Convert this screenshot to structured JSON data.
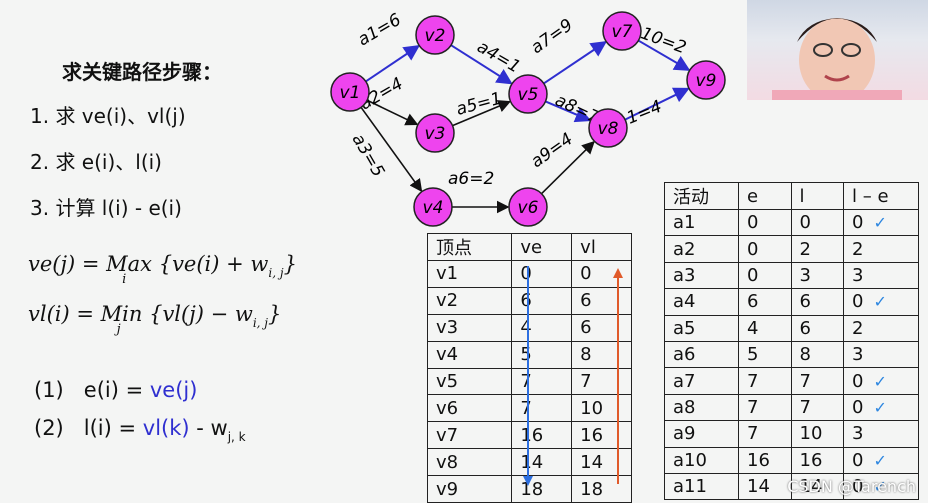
{
  "steps": {
    "title": "求关键路径步骤：",
    "items": [
      "1. 求 ve(i)、vl(j)",
      "2. 求 e(i)、l(i)",
      "3. 计算 l(i) - e(i)"
    ]
  },
  "formulas": {
    "ve_lhs": "ve(j) = ",
    "ve_op": "Max",
    "ve_idx": "i",
    "ve_rhs": "{ve(i) + w",
    "ve_sub": "i, j",
    "ve_end": "}",
    "vl_lhs": "vl(i) = ",
    "vl_op": "Min",
    "vl_idx": "j",
    "vl_rhs": "{vl(j) − w",
    "vl_sub": "i, j",
    "vl_end": "}"
  },
  "rules": {
    "r1_num": "(1)",
    "r1_lhs": "e(i) = ",
    "r1_rhs": "ve(j)",
    "r2_num": "(2)",
    "r2_lhs": "l(i) = ",
    "r2_mid": "vl(k)",
    "r2_tail": " - w",
    "r2_sub": "j, k"
  },
  "graph": {
    "nodes": [
      "v1",
      "v2",
      "v3",
      "v4",
      "v5",
      "v6",
      "v7",
      "v8",
      "v9"
    ],
    "edges": [
      "a1=6",
      "a2=4",
      "a3=5",
      "a4=1",
      "a5=1",
      "a6=2",
      "a7=9",
      "a8=7",
      "a9=4",
      "a10=2",
      "a11=4"
    ]
  },
  "vertex_table": {
    "headers": [
      "顶点",
      "ve",
      "vl"
    ],
    "rows": [
      [
        "v1",
        "0",
        "0"
      ],
      [
        "v2",
        "6",
        "6"
      ],
      [
        "v3",
        "4",
        "6"
      ],
      [
        "v4",
        "5",
        "8"
      ],
      [
        "v5",
        "7",
        "7"
      ],
      [
        "v6",
        "7",
        "10"
      ],
      [
        "v7",
        "16",
        "16"
      ],
      [
        "v8",
        "14",
        "14"
      ],
      [
        "v9",
        "18",
        "18"
      ]
    ],
    "arrow_colors": {
      "forward": "#2d6fe0",
      "backward": "#e05a2a"
    }
  },
  "activity_table": {
    "headers": [
      "活动",
      "e",
      "l",
      "l – e"
    ],
    "rows": [
      [
        "a1",
        "0",
        "0",
        "0"
      ],
      [
        "a2",
        "0",
        "2",
        "2"
      ],
      [
        "a3",
        "0",
        "3",
        "3"
      ],
      [
        "a4",
        "6",
        "6",
        "0"
      ],
      [
        "a5",
        "4",
        "6",
        "2"
      ],
      [
        "a6",
        "5",
        "8",
        "3"
      ],
      [
        "a7",
        "7",
        "7",
        "0"
      ],
      [
        "a8",
        "7",
        "7",
        "0"
      ],
      [
        "a9",
        "7",
        "10",
        "3"
      ],
      [
        "a10",
        "16",
        "16",
        "0"
      ],
      [
        "a11",
        "14",
        "14",
        "0"
      ]
    ],
    "check_symbol": "✓"
  },
  "colors": {
    "node_fill": "#ee44ee",
    "critical_edge": "#2f2fd0",
    "normal_edge": "#111111",
    "formula_blue": "#2f2fd0"
  },
  "watermark": "CSDN @Tarench"
}
